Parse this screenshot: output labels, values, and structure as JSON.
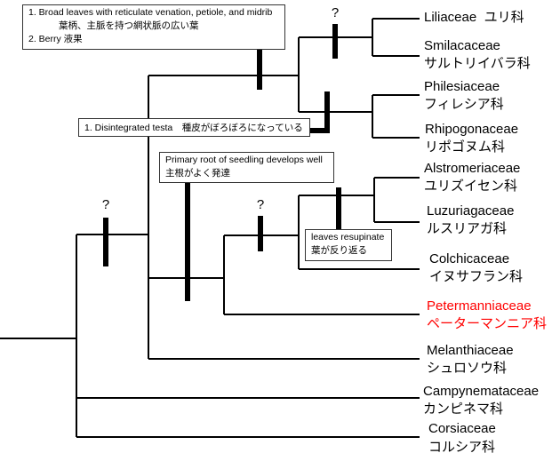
{
  "colors": {
    "highlight": "#ff0000",
    "line": "#000000"
  },
  "characters": {
    "broad_leaves": {
      "line1": "1. Broad leaves with reticulate venation, petiole, and midrib",
      "line2": "葉柄、主脈を持つ網状脈の広い葉",
      "line3": "2. Berry 液果"
    },
    "testa": {
      "line1": "1. Disintegrated testa　種皮がぼろぼろになっている"
    },
    "primary_root": {
      "line1": "Primary root of seedling develops well",
      "line2": "主根がよく発達"
    },
    "resupinate": {
      "line1": "leaves resupinate",
      "line2": "葉が反り返る"
    },
    "unknown_mark": "?"
  },
  "taxa": [
    {
      "latin": "Liliaceae",
      "japanese": "ユリ科"
    },
    {
      "latin": "Smilacaceae",
      "japanese": "サルトリイバラ科"
    },
    {
      "latin": "Philesiaceae",
      "japanese": "フィレシア科"
    },
    {
      "latin": "Rhipogonaceae",
      "japanese": "リポゴヌム科"
    },
    {
      "latin": "Alstromeriaceae",
      "japanese": "ユリズイセン科"
    },
    {
      "latin": "Luzuriagaceae",
      "japanese": "ルスリアガ科"
    },
    {
      "latin": "Colchicaceae",
      "japanese": "イヌサフラン科"
    },
    {
      "latin": "Petermanniaceae",
      "japanese": "ペーターマンニア科",
      "highlighted": true
    },
    {
      "latin": "Melanthiaceae",
      "japanese": "シュロソウ科"
    },
    {
      "latin": "Campynemataceae",
      "japanese": "カンピネマ科"
    },
    {
      "latin": "Corsiaceae",
      "japanese": "コルシア科"
    }
  ]
}
